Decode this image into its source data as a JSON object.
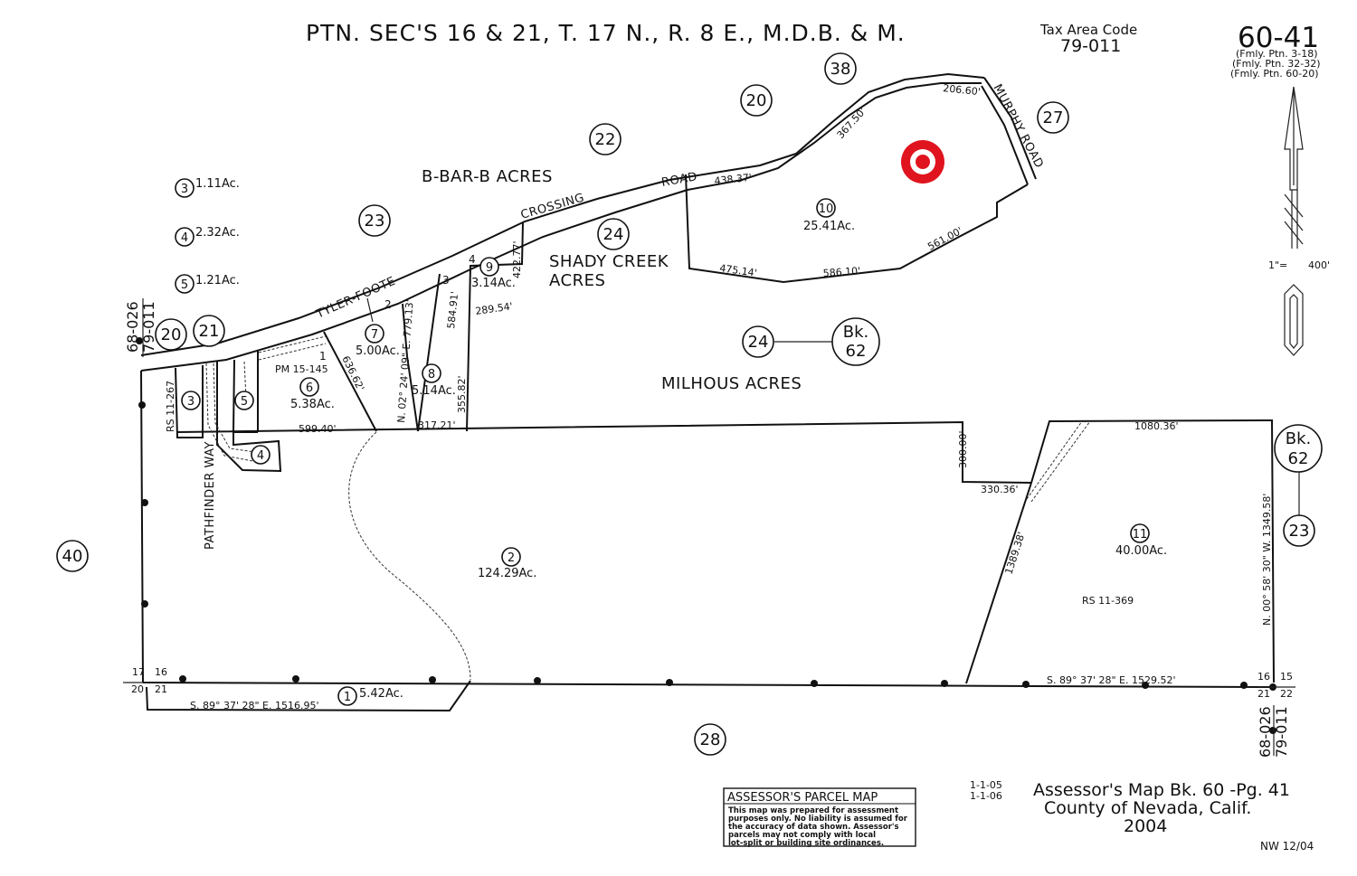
{
  "header": {
    "title": "PTN. SEC'S 16 & 21, T. 17 N., R. 8 E., M.D.B. & M.",
    "tax_area_label": "Tax Area Code",
    "tax_area_code": "79-011",
    "map_number": "60-41",
    "former_1": "(Fmly. Ptn. 3-18)",
    "former_2": "(Fmly. Ptn. 32-32)",
    "former_3": "(Fmly. Ptn. 60-20)"
  },
  "scale": {
    "left": "1\"=",
    "right": "400'"
  },
  "subdivisions": {
    "bbarb": "B-BAR-B ACRES",
    "shady_1": "SHADY CREEK",
    "shady_2": "ACRES",
    "milhous": "MILHOUS ACRES"
  },
  "roads": {
    "tyler": "TYLER-FOOTE",
    "crossing": "CROSSING",
    "road": "ROAD",
    "murphy": "MURPHY ROAD",
    "pathfinder": "PATHFINDER WAY"
  },
  "adjacent_maps": [
    "38",
    "20",
    "22",
    "27",
    "23",
    "24",
    "20",
    "21",
    "40",
    "28",
    "24",
    "23"
  ],
  "book_refs": [
    {
      "bk": "Bk.",
      "num": "62"
    },
    {
      "bk": "Bk.",
      "num": "62"
    }
  ],
  "parcels": [
    {
      "num": "10",
      "acres": "25.41Ac."
    },
    {
      "num": "9",
      "acres": "3.14Ac."
    },
    {
      "num": "7",
      "acres": "5.00Ac."
    },
    {
      "num": "8",
      "acres": "5.14Ac."
    },
    {
      "num": "6",
      "acres": "5.38Ac."
    },
    {
      "num": "2",
      "acres": "124.29Ac."
    },
    {
      "num": "11",
      "acres": "40.00Ac."
    },
    {
      "num": "1",
      "acres": "5.42Ac."
    },
    {
      "num": "3",
      "acres": "1.11Ac."
    },
    {
      "num": "4",
      "acres": "2.32Ac."
    },
    {
      "num": "5",
      "acres": "1.21Ac."
    }
  ],
  "small_parcels": [
    "3",
    "5",
    "4"
  ],
  "lot_numbers": [
    "1",
    "2",
    "3",
    "4"
  ],
  "dimensions": {
    "d1": "206.60'",
    "d2": "367.50'",
    "d3": "438.37'",
    "d4": "475.14'",
    "d5": "586.10'",
    "d6": "561.00'",
    "d7": "422.77'",
    "d8": "289.54'",
    "d9": "584.91'",
    "d10": "355.82'",
    "d11": "N. 02° 24' 09\" E. 779.13'",
    "d12": "636.62'",
    "d13": "599.40'",
    "d14": "317.21'",
    "d15": "300.00'",
    "d16": "330.36'",
    "d17": "1080.36'",
    "d18": "1389.38'",
    "d19": "N. 00° 58' 30\" W. 1349.58'",
    "d20": "S. 89° 37' 28\" E. 1529.52'",
    "d21": "S. 89° 37' 28\" E. 1516.95'"
  },
  "references": {
    "pm": "PM 15-145",
    "rs_left": "RS 11-267",
    "rs_right": "RS 11-369"
  },
  "section_corners": {
    "left": [
      "17",
      "16",
      "20",
      "21"
    ],
    "right": [
      "16",
      "15",
      "21",
      "22"
    ]
  },
  "side_codes": {
    "left_a": "68-026",
    "left_b": "79-011",
    "right_a": "68-026",
    "right_b": "79-011"
  },
  "disclaimer": {
    "heading": "ASSESSOR'S PARCEL MAP",
    "line1": "This map was prepared for assessment",
    "line2": "purposes only. No liability is assumed for",
    "line3": "the accuracy of data shown. Assessor's",
    "line4": "parcels may not comply with local",
    "line5": "lot-split or building site ordinances."
  },
  "footer": {
    "date1": "1-1-05",
    "date2": "1-1-06",
    "line1": "Assessor's Map Bk. 60 -Pg. 41",
    "line2": "County of Nevada, Calif.",
    "line3": "2004",
    "initials": "NW 12/04"
  },
  "colors": {
    "target": "#e0141e",
    "ink": "#111111"
  },
  "icons": {
    "target": "target-marker-icon",
    "north": "north-arrow-icon"
  }
}
